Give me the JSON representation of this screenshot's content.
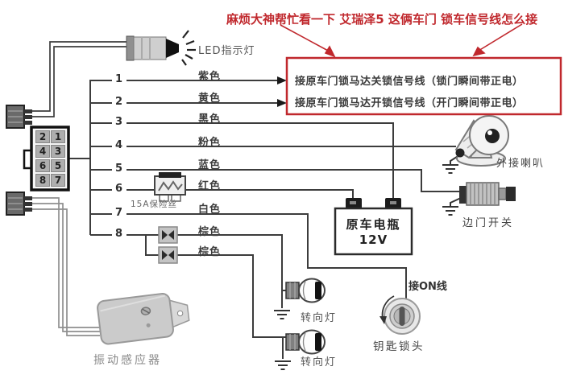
{
  "colors": {
    "accent_red": "#c0282d",
    "wire": "#3c3c3c"
  },
  "annotation": {
    "question": "麻烦大神帮忙看一下 艾瑞泽5 这俩车门 锁车信号线怎么接",
    "callout_line1": "接原车门锁马达关锁信号线（锁门瞬间带正电）",
    "callout_line2": "接原车门锁马达开锁信号线（开门瞬间带正电）"
  },
  "components": {
    "led_label": "LED指示灯",
    "fuse_label": "15A保险丝",
    "horn_label": "外接喇叭",
    "door_switch_label": "边门开关",
    "battery_line1": "原车电瓶",
    "battery_line2": "12V",
    "acc_on_label": "接ON线",
    "key_lock_label": "钥匙锁头",
    "turn_lamp1_label": "转向灯",
    "turn_lamp2_label": "转向灯",
    "shock_sensor_label": "振动感应器"
  },
  "connector": {
    "pins": [
      "2",
      "1",
      "4",
      "3",
      "6",
      "5",
      "8",
      "7"
    ]
  },
  "wires": [
    {
      "num": "1",
      "color_label": "紫色"
    },
    {
      "num": "2",
      "color_label": "黄色"
    },
    {
      "num": "3",
      "color_label": "黑色"
    },
    {
      "num": "4",
      "color_label": "粉色"
    },
    {
      "num": "5",
      "color_label": "蓝色"
    },
    {
      "num": "6",
      "color_label": "红色"
    },
    {
      "num": "7",
      "color_label": "白色"
    },
    {
      "num": "8",
      "color_label": "棕色",
      "color_label2": "棕色"
    }
  ]
}
